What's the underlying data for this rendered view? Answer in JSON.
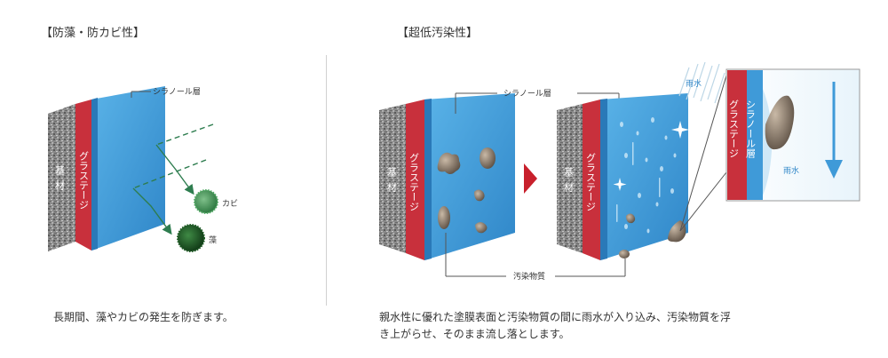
{
  "left": {
    "heading": "【防藻・防カビ性】",
    "label_layer": "シラノール層",
    "label_base": "基材",
    "label_glass": "グラステージ",
    "label_mold": "カビ",
    "label_algae": "藻",
    "caption": "長期間、藻やカビの発生を防ぎます。"
  },
  "right": {
    "heading": "【超低汚染性】",
    "label_layer": "シラノール層",
    "label_base": "基材",
    "label_glass": "グラステージ",
    "label_dirt": "汚染物質",
    "label_rain": "雨水",
    "inset_glass": "グラステージ",
    "inset_layer": "シラノール層",
    "inset_rain": "雨水",
    "caption_line1": "親水性に優れた塗膜表面と汚染物質の間に雨水が入り込み、汚染物質を浮",
    "caption_line2": "き上がらせ、そのまま流し落とします。"
  },
  "colors": {
    "layer_blue": "#3f9ad8",
    "glass_red": "#c8303c",
    "arrow_red": "#c8202c",
    "mold_green": "#3b8a50",
    "algae_green": "#1d5a26",
    "dirt_brown": "#7a6a5a"
  }
}
